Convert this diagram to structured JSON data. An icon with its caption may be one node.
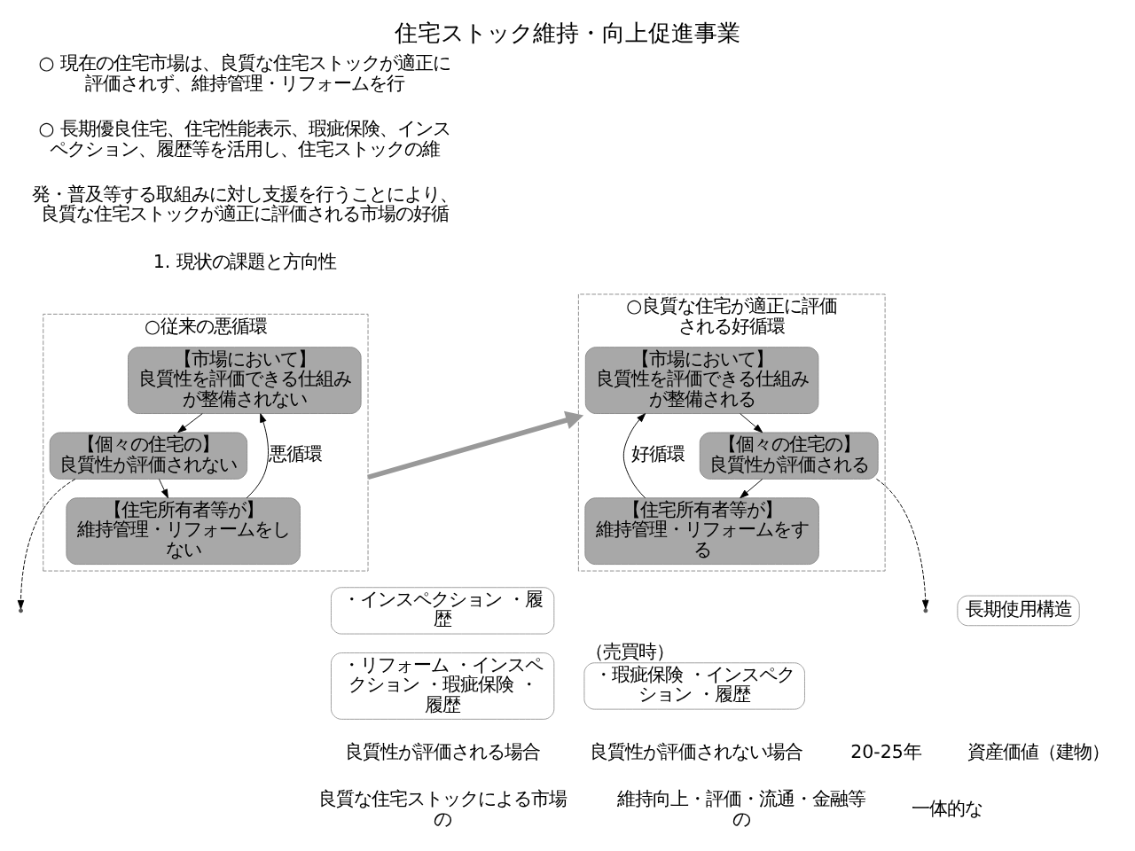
{
  "diagram": {
    "title": "住宅ストック維持・向上促進事業",
    "nodes": [
      {
        "text": [
          "○従来の悪循環"
        ]
      },
      {
        "text": [
          "【市場において】",
          "良質性を評価できる仕組みが整備されない"
        ],
        "in": 0
      },
      {
        "text": [
          "【個々の住宅の】",
          "良質性が評価されない"
        ],
        "in": 0
      },
      {
        "text": [
          "【住宅所有者等が】",
          "維持管理・リフォームをしない"
        ],
        "in": 0
      },
      {
        "text": [
          "○良質な住宅が適正に評価される好循環"
        ]
      },
      {
        "text": [
          "【市場において】",
          "良質性を評価できる仕組みが整備される"
        ],
        "in": 4
      },
      {
        "text": [
          "【個々の住宅の】",
          "良質性が評価される"
        ],
        "in": 4
      },
      {
        "text": [
          "【住宅所有者等が】",
          "維持管理・リフォームをする"
        ],
        "in": 4
      },
      {
        "text": [
          "・インスペクション ・履歴"
        ]
      },
      {
        "text": [
          "長期使用構造"
        ]
      },
      {
        "text": [
          "・リフォーム ・インスペクション ・瑕疵保険 ・履歴"
        ]
      },
      {
        "text": [
          "・瑕疵保険 ・インスペクション ・履歴"
        ],
        "beside": [
          "（売買時）"
        ]
      }
    ],
    "edges": [
      {
        "from": 1,
        "to": 2,
        "arrow": "to"
      },
      {
        "from": 2,
        "to": 3,
        "arrow": "to"
      },
      {
        "from": 3,
        "to": 1,
        "arrow": "to",
        "label": "悪循環"
      },
      {
        "from": 5,
        "to": 6,
        "arrow": "to"
      },
      {
        "from": 6,
        "to": 7,
        "arrow": "to"
      },
      {
        "from": 7,
        "to": 5,
        "arrow": "to",
        "label": "好循環"
      },
      {
        "from": 3,
        "to": 5,
        "arrow": "to",
        "style": "thick",
        "color": "#999999"
      },
      {
        "from": 2,
        "to": null,
        "arrow": "to",
        "style": "dashed"
      },
      {
        "from": 6,
        "to": null,
        "arrow": "to",
        "style": "dashed"
      }
    ],
    "labels": [
      "○ 現在の住宅市場は、良質な住宅ストックが適正に評価されず、維持管理・リフォームを行",
      "○ 長期優良住宅、住宅性能表示、瑕疵保険、インスペクション、履歴等を活用し、住宅ストックの維",
      "発・普及等する取組みに対し支援を行うことにより、良質な住宅ストックが適正に評価される市場の好循",
      "1. 現状の課題と方向性",
      "良質性が評価される場合",
      "良質性が評価されない場合",
      "20-25年",
      "資産価値（建物）",
      "良質な住宅ストックによる市場の",
      "維持向上・評価・流通・金融等の",
      "一体的な"
    ]
  }
}
